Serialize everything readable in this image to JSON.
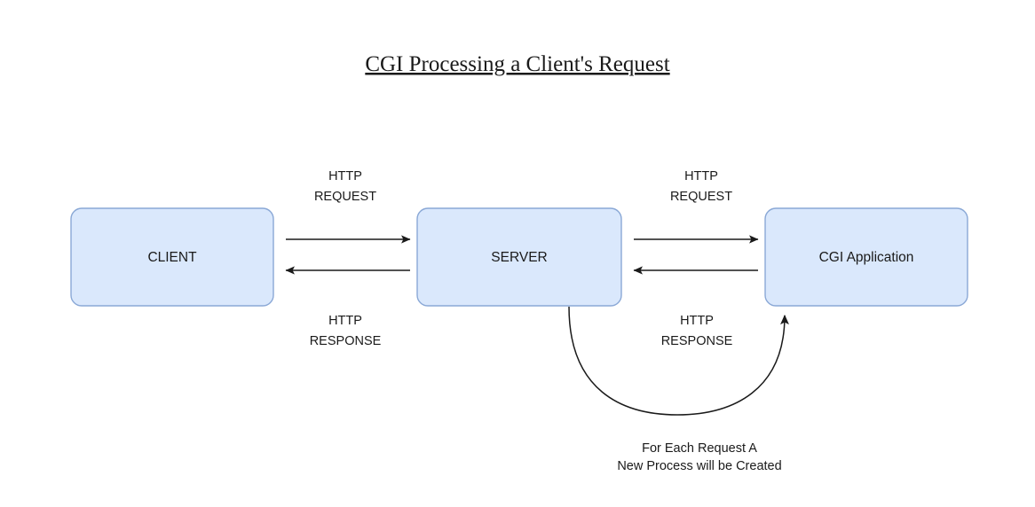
{
  "title": {
    "text": "CGI Processing a Client's Request"
  },
  "nodes": [
    {
      "id": "client",
      "label": "CLIENT"
    },
    {
      "id": "server",
      "label": "SERVER"
    },
    {
      "id": "cgi",
      "label": "CGI Application"
    }
  ],
  "edges": [
    {
      "id": "client-to-server",
      "label_line1": "HTTP",
      "label_line2": "REQUEST",
      "from": "CLIENT",
      "to": "SERVER",
      "direction": "right"
    },
    {
      "id": "server-to-client",
      "label_line1": "HTTP",
      "label_line2": "RESPONSE",
      "from": "SERVER",
      "to": "CLIENT",
      "direction": "left"
    },
    {
      "id": "server-to-cgi",
      "label_line1": "HTTP",
      "label_line2": "REQUEST",
      "from": "SERVER",
      "to": "CGI Application",
      "direction": "right"
    },
    {
      "id": "cgi-to-server",
      "label_line1": "HTTP",
      "label_line2": "RESPONSE",
      "from": "CGI Application",
      "to": "SERVER",
      "direction": "left"
    }
  ],
  "curved_edge": {
    "id": "server-spawns-cgi",
    "from": "SERVER",
    "to": "CGI Application",
    "caption_line1": "For Each Request A",
    "caption_line2": "New Process will be Created"
  },
  "colors": {
    "node_fill": "#dae8fc",
    "node_stroke": "#8aa8d6",
    "line": "#1a1a1a",
    "text": "#1a1a1a",
    "background": "#ffffff"
  }
}
